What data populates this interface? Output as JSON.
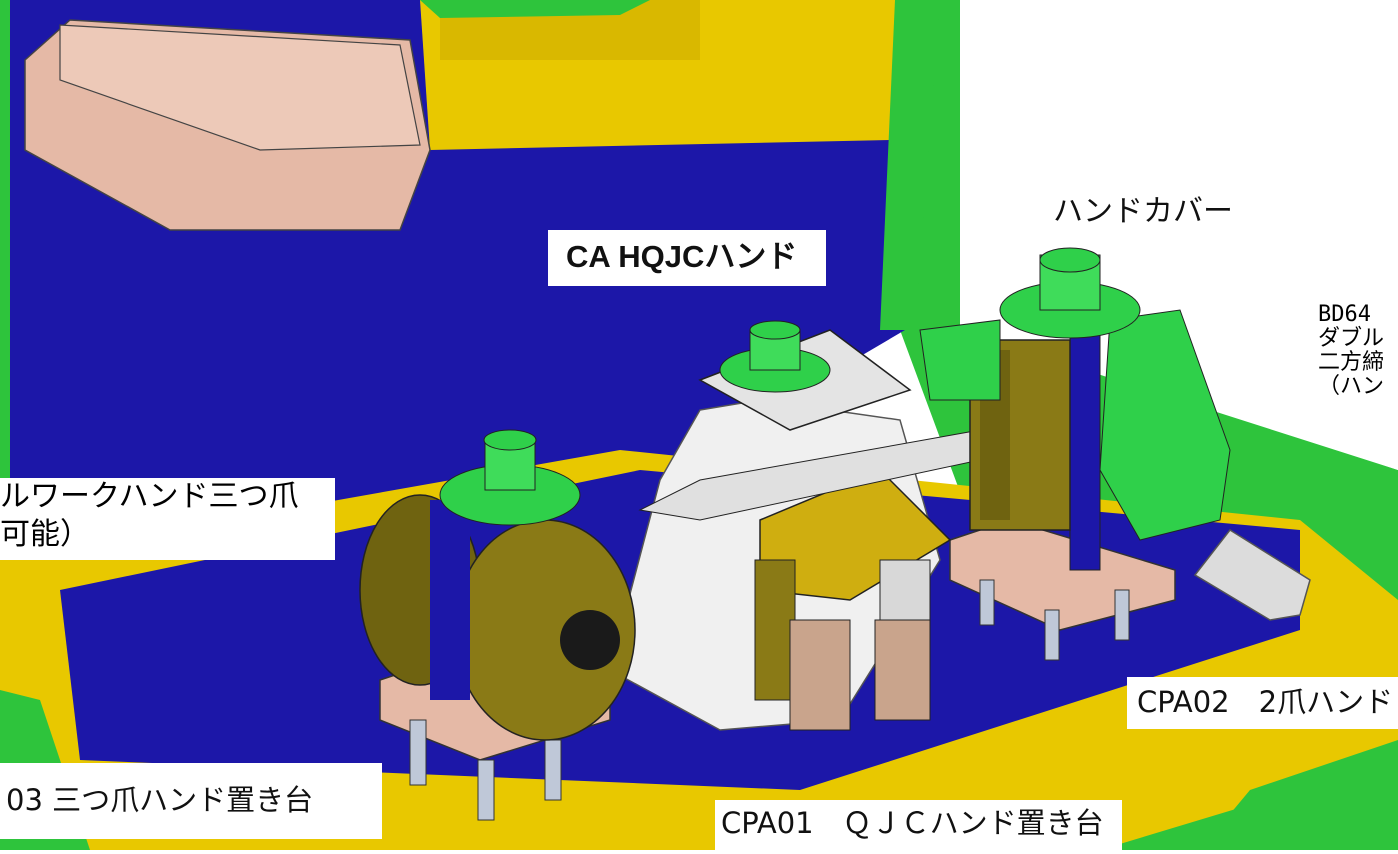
{
  "labels": {
    "hand_cover": "ハンドカバー",
    "ca_hqjc_hand": "CA HQJCハンド",
    "bd64_line1": "BD64 ",
    "bd64_line2": "ダブル",
    "bd64_line3": "二方締",
    "bd64_line4": "（ハン",
    "three_jaw_line1": "ルワークハンド三つ爪",
    "three_jaw_line2": "可能）",
    "cpa02": "CPA02　2爪ハンド",
    "stand_03": "03 三つ爪ハンド置き台",
    "cpa01": "CPA01　ＱＪＣハンド置き台"
  },
  "colors": {
    "base_blue": "#1c17a8",
    "frame_green": "#2ec43c",
    "plate_yellow": "#e8c800",
    "hand_green": "#2fd04a",
    "gold": "#8a7a16",
    "pad_pink": "#e5b9a6"
  }
}
